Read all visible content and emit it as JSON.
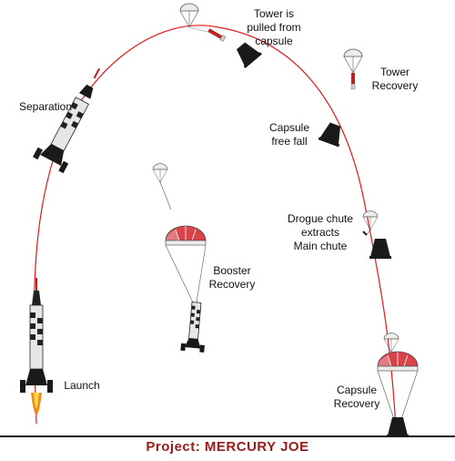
{
  "colors": {
    "trajectory": "#e01818",
    "ground": "#111111",
    "caption": "#9a1a1a",
    "chute_red": "#d9434a",
    "chute_white": "#ececec",
    "flame": "#f08a1a",
    "rocket_body": "#e6e6e6",
    "dark": "#1a1a1a"
  },
  "labels": {
    "tower_pulled": "Tower is\npulled from\ncapsule",
    "tower_recovery": "Tower\nRecovery",
    "separation": "Separation",
    "capsule_free_fall": "Capsule\nfree fall",
    "drogue": "Drogue chute\nextracts\nMain chute",
    "booster_recovery": "Booster\nRecovery",
    "launch": "Launch",
    "capsule_recovery": "Capsule\nRecovery"
  },
  "caption": {
    "prefix": "Project: ",
    "name": "MERCURY JOE"
  },
  "icons": [
    "rocket-on-launchpad-icon",
    "separating-rocket-icon",
    "escape-tower-icon",
    "capsule-icon",
    "parachute-icon"
  ]
}
